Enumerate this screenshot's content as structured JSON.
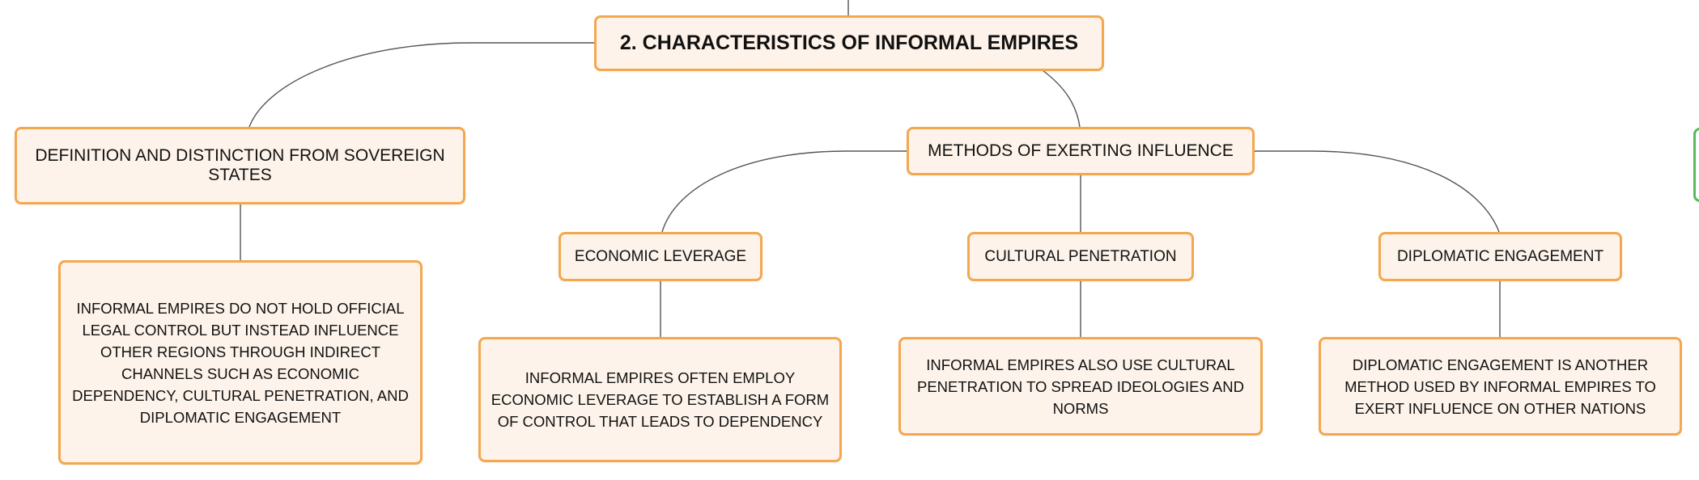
{
  "diagram": {
    "root": "2. CHARACTERISTICS OF INFORMAL EMPIRES",
    "definition": {
      "title": "DEFINITION AND DISTINCTION FROM SOVEREIGN STATES",
      "detail": "INFORMAL EMPIRES DO NOT HOLD OFFICIAL LEGAL CONTROL BUT INSTEAD INFLUENCE OTHER REGIONS THROUGH INDIRECT CHANNELS SUCH AS ECONOMIC DEPENDENCY, CULTURAL PENETRATION, AND DIPLOMATIC ENGAGEMENT"
    },
    "methods": {
      "title": "METHODS OF EXERTING INFLUENCE",
      "economic": {
        "title": "ECONOMIC LEVERAGE",
        "detail": "INFORMAL EMPIRES OFTEN EMPLOY ECONOMIC LEVERAGE TO ESTABLISH A FORM OF CONTROL THAT LEADS TO DEPENDENCY"
      },
      "cultural": {
        "title": "CULTURAL PENETRATION",
        "detail": "INFORMAL EMPIRES ALSO USE CULTURAL PENETRATION TO SPREAD IDEOLOGIES AND NORMS"
      },
      "diplomatic": {
        "title": "DIPLOMATIC ENGAGEMENT",
        "detail": "DIPLOMATIC ENGAGEMENT IS ANOTHER METHOD USED BY INFORMAL EMPIRES TO EXERT INFLUENCE ON OTHER NATIONS"
      }
    }
  },
  "colors": {
    "node_border": "#f3a850",
    "node_fill": "#fdf3ea",
    "connector": "#555555",
    "offscreen_node_border": "#5cb85c"
  }
}
